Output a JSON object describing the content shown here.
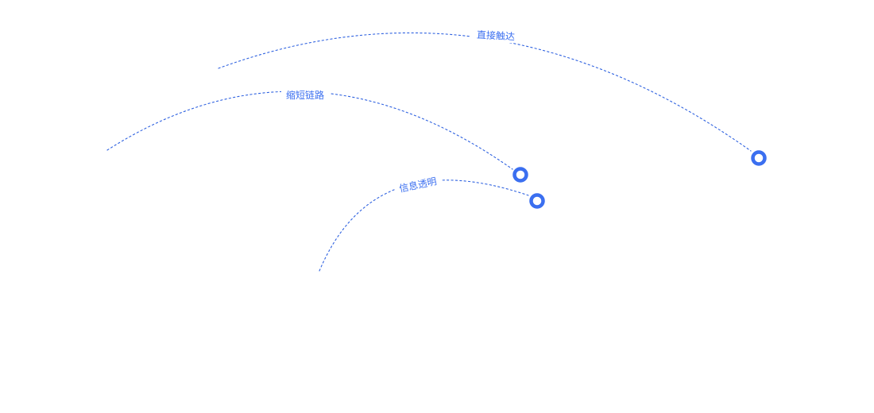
{
  "colors": {
    "accent": "#3b6ff0",
    "line": "#2f62e0",
    "background": "#ffffff"
  },
  "arcs": [
    {
      "id": "direct-reach",
      "label": "直接触达"
    },
    {
      "id": "shorten-link",
      "label": "缩短链路"
    },
    {
      "id": "info-transparent",
      "label": "信息透明"
    }
  ]
}
